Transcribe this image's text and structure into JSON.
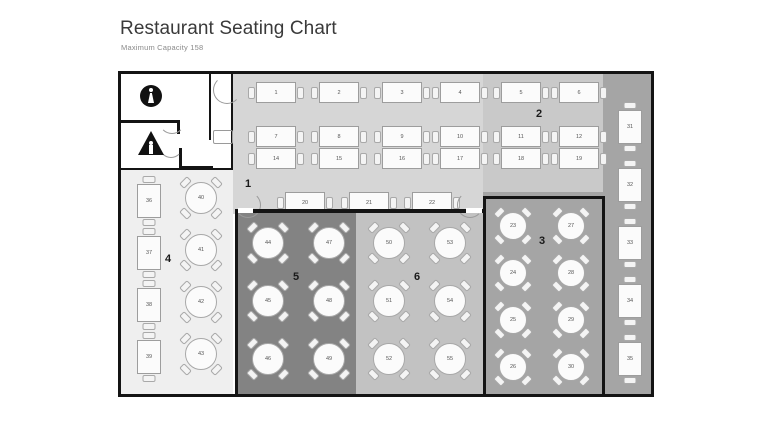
{
  "header": {
    "title": "Restaurant Seating Chart",
    "subtitle": "Maximum Capacity 158"
  },
  "icons": {
    "womens_restroom": "womens-restroom-icon",
    "mens_restroom": "mens-restroom-icon"
  },
  "colors": {
    "zone1_fill": "#d6d6d6",
    "zone2_fill": "#c9c9c9",
    "zone3_fill": "#a5a5a5",
    "zone4_fill": "#efefef",
    "zone5_fill": "#838383",
    "zone6_fill": "#c2c2c2",
    "wall": "#141414",
    "table_fill": "#fbfbfb",
    "table_stroke": "#9d9d9d",
    "title_color": "#3a3a3a",
    "subtitle_color": "#8a8a8a"
  },
  "zones": [
    {
      "id": "zone-1",
      "label": "1"
    },
    {
      "id": "zone-2",
      "label": "2"
    },
    {
      "id": "zone-3",
      "label": "3"
    },
    {
      "id": "zone-4",
      "label": "4"
    },
    {
      "id": "zone-5",
      "label": "5"
    },
    {
      "id": "zone-6",
      "label": "6"
    }
  ],
  "tables": {
    "zone1_row1": [
      "1",
      "2",
      "3",
      "4"
    ],
    "zone1_row2": [
      "7",
      "8",
      "9",
      "10"
    ],
    "zone1_row3": [
      "14",
      "15",
      "16",
      "17"
    ],
    "zone1_row4": [
      "20",
      "21",
      "22"
    ],
    "zone2_row1": [
      "5",
      "6"
    ],
    "zone2_row2": [
      "11",
      "12"
    ],
    "zone2_row3": [
      "18",
      "19"
    ],
    "zone3_col1": [
      "23",
      "24",
      "25",
      "26"
    ],
    "zone3_col2": [
      "27",
      "28",
      "29",
      "30"
    ],
    "right_col": [
      "31",
      "32",
      "33",
      "34",
      "35"
    ],
    "zone4_col1": [
      "36",
      "37",
      "38",
      "39"
    ],
    "zone4_col2": [
      "40",
      "41",
      "42",
      "43"
    ],
    "zone5_col1": [
      "44",
      "45",
      "46"
    ],
    "zone5_col2": [
      "47",
      "48",
      "49"
    ],
    "zone6_col1": [
      "50",
      "51",
      "52"
    ],
    "zone6_col2": [
      "53",
      "54",
      "55"
    ]
  }
}
